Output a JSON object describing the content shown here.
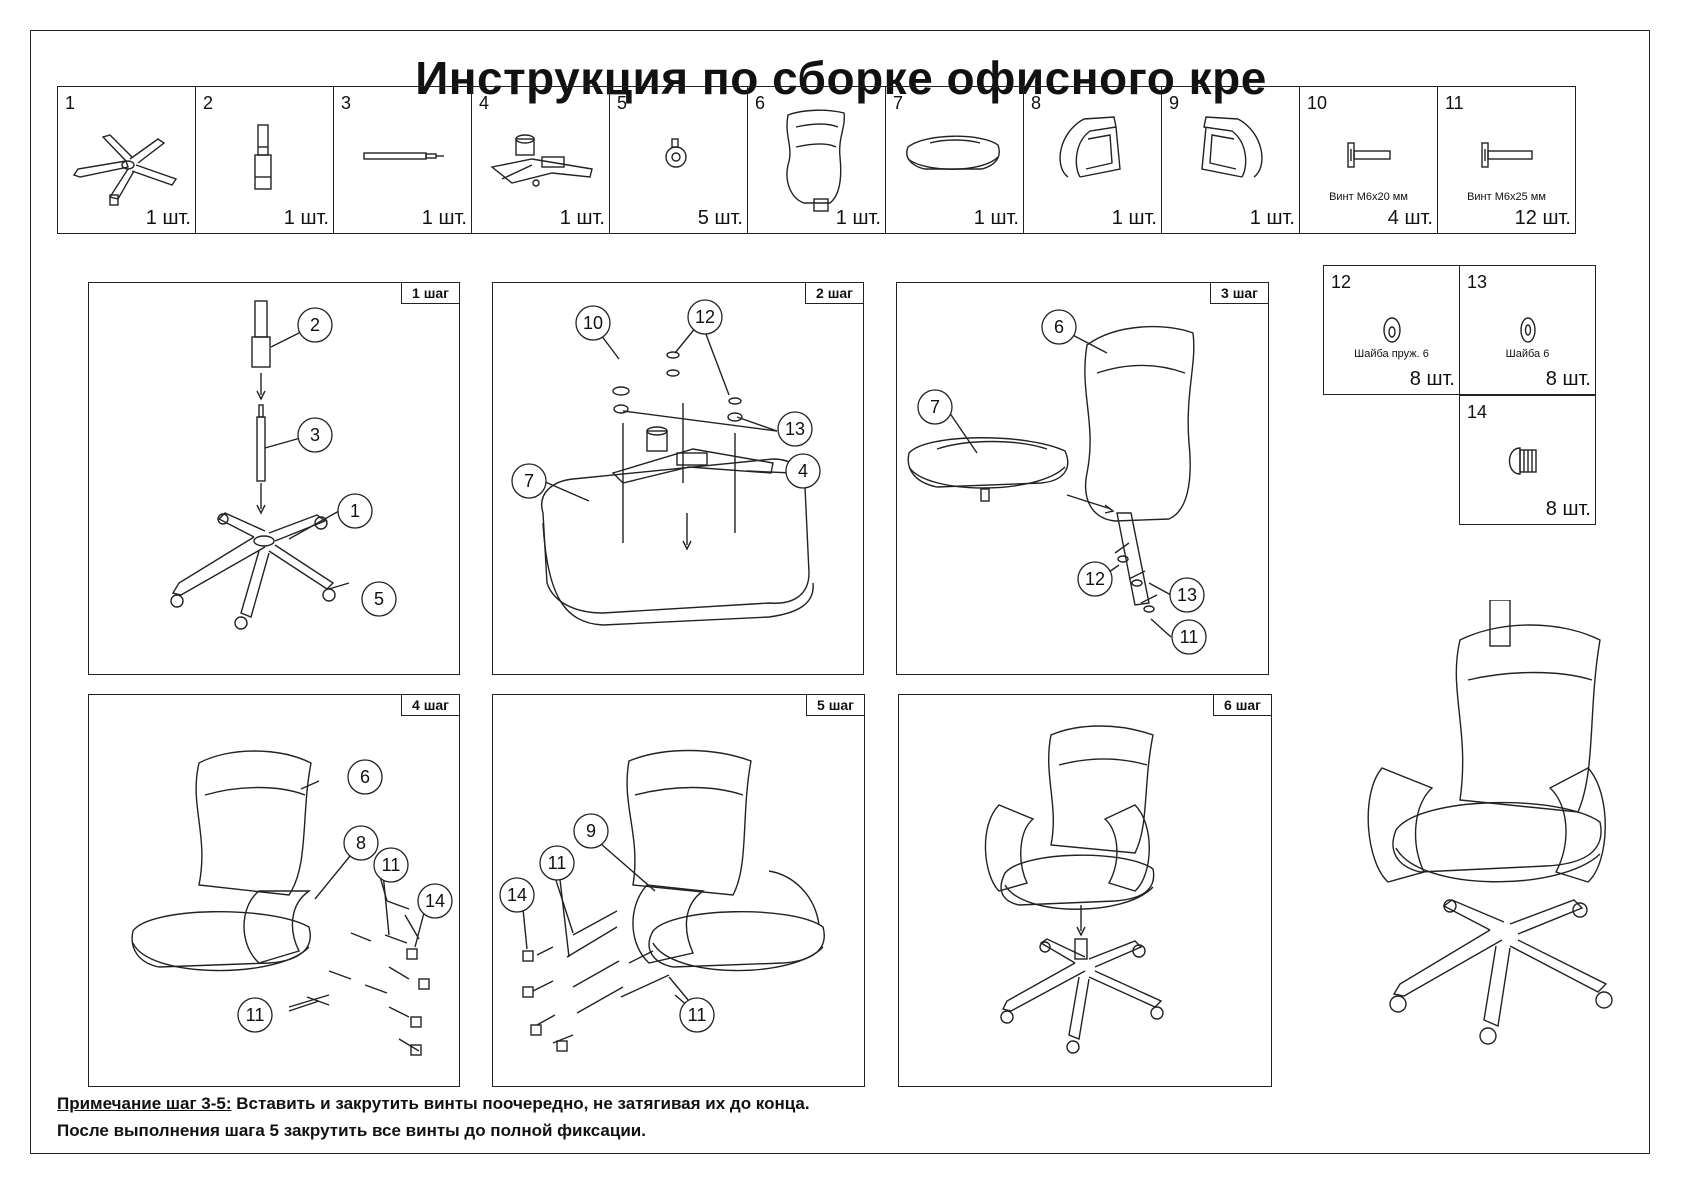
{
  "title": "Инструкция по сборке офисного кре",
  "parts": [
    {
      "num": "1",
      "qty": "1 шт.",
      "desc": "",
      "icon": "star-base-icon"
    },
    {
      "num": "2",
      "qty": "1 шт.",
      "desc": "",
      "icon": "gas-lift-icon"
    },
    {
      "num": "3",
      "qty": "1 шт.",
      "desc": "",
      "icon": "rod-icon"
    },
    {
      "num": "4",
      "qty": "1 шт.",
      "desc": "",
      "icon": "mechanism-icon"
    },
    {
      "num": "5",
      "qty": "5 шт.",
      "desc": "",
      "icon": "caster-icon"
    },
    {
      "num": "6",
      "qty": "1 шт.",
      "desc": "",
      "icon": "backrest-icon"
    },
    {
      "num": "7",
      "qty": "1 шт.",
      "desc": "",
      "icon": "seat-icon"
    },
    {
      "num": "8",
      "qty": "1 шт.",
      "desc": "",
      "icon": "left-armrest-icon"
    },
    {
      "num": "9",
      "qty": "1 шт.",
      "desc": "",
      "icon": "right-armrest-icon"
    },
    {
      "num": "10",
      "qty": "4 шт.",
      "desc": "Винт М6х20 мм",
      "icon": "screw-icon"
    },
    {
      "num": "11",
      "qty": "12 шт.",
      "desc": "Винт М6х25 мм",
      "icon": "screw-icon"
    }
  ],
  "extra_parts": [
    {
      "num": "12",
      "qty": "8 шт.",
      "desc": "Шайба пруж. 6",
      "icon": "spring-washer-icon"
    },
    {
      "num": "13",
      "qty": "8 шт.",
      "desc": "Шайба 6",
      "icon": "washer-icon"
    },
    {
      "num": "14",
      "qty": "8 шт.",
      "desc": "",
      "icon": "cap-icon"
    }
  ],
  "steps": [
    {
      "label": "1 шаг",
      "callouts": [
        "2",
        "3",
        "1",
        "5"
      ]
    },
    {
      "label": "2 шаг",
      "callouts": [
        "10",
        "12",
        "13",
        "7",
        "4"
      ]
    },
    {
      "label": "3 шаг",
      "callouts": [
        "6",
        "7",
        "12",
        "13",
        "11"
      ]
    },
    {
      "label": "4 шаг",
      "callouts": [
        "6",
        "8",
        "11",
        "14",
        "11"
      ]
    },
    {
      "label": "5 шаг",
      "callouts": [
        "11",
        "9",
        "14",
        "11"
      ]
    },
    {
      "label": "6 шаг",
      "callouts": []
    }
  ],
  "note": {
    "prefix": "Примечание шаг 3-5:",
    "line1": " Вставить и закрутить винты поочередно, не затягивая их до конца.",
    "line2": "После выполнения шага 5 закрутить все винты до полной фиксации."
  }
}
